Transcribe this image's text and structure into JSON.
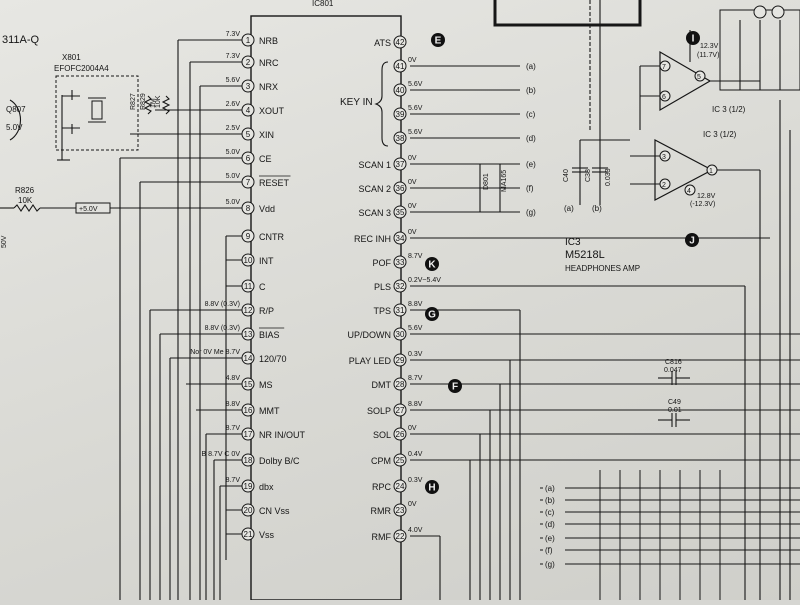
{
  "header": {
    "chip_top": "IC801",
    "left_ref": "311A-Q",
    "q_ref": "Q807",
    "q_volt": "5.0V"
  },
  "ic801": {
    "left_pins": [
      {
        "num": "1",
        "name": "NRB",
        "volt": "7.3V"
      },
      {
        "num": "2",
        "name": "NRC",
        "volt": "7.3V"
      },
      {
        "num": "3",
        "name": "NRX",
        "volt": "5.6V"
      },
      {
        "num": "4",
        "name": "XOUT",
        "volt": "2.6V"
      },
      {
        "num": "5",
        "name": "XIN",
        "volt": "2.5V"
      },
      {
        "num": "6",
        "name": "CE",
        "volt": "5.0V"
      },
      {
        "num": "7",
        "name": "RESET",
        "volt": "5.0V"
      },
      {
        "num": "8",
        "name": "Vdd",
        "volt": "5.0V"
      },
      {
        "num": "9",
        "name": "CNTR",
        "volt": ""
      },
      {
        "num": "10",
        "name": "INT",
        "volt": ""
      },
      {
        "num": "11",
        "name": "C",
        "volt": ""
      },
      {
        "num": "12",
        "name": "R/P",
        "volt": "8.8V (0.3V)"
      },
      {
        "num": "13",
        "name": "BIAS",
        "volt": "8.8V (0.3V)"
      },
      {
        "num": "14",
        "name": "120/70",
        "volt": "Nor 0V Me 8.7V"
      },
      {
        "num": "15",
        "name": "MS",
        "volt": "4.8V"
      },
      {
        "num": "16",
        "name": "MMT",
        "volt": "8.8V"
      },
      {
        "num": "17",
        "name": "NR IN/OUT",
        "volt": "8.7V"
      },
      {
        "num": "18",
        "name": "Dolby B/C",
        "volt": "B 8.7V C 0V"
      },
      {
        "num": "19",
        "name": "dbx",
        "volt": "8.7V"
      },
      {
        "num": "20",
        "name": "CN Vss",
        "volt": ""
      },
      {
        "num": "21",
        "name": "Vss",
        "volt": ""
      }
    ],
    "right_pins": [
      {
        "num": "42",
        "name": "ATS",
        "volt": ""
      },
      {
        "num": "41",
        "name": "",
        "volt": "0V"
      },
      {
        "num": "40",
        "name": "",
        "volt": "5.6V"
      },
      {
        "num": "39",
        "name": "",
        "volt": "5.6V"
      },
      {
        "num": "38",
        "name": "",
        "volt": "5.6V"
      },
      {
        "num": "37",
        "name": "SCAN 1",
        "volt": "0V"
      },
      {
        "num": "36",
        "name": "SCAN 2",
        "volt": "0V"
      },
      {
        "num": "35",
        "name": "SCAN 3",
        "volt": "0V"
      },
      {
        "num": "34",
        "name": "REC INH",
        "volt": "0V"
      },
      {
        "num": "33",
        "name": "POF",
        "volt": "8.7V"
      },
      {
        "num": "32",
        "name": "PLS",
        "volt": "0.2V~5.4V"
      },
      {
        "num": "31",
        "name": "TPS",
        "volt": "8.8V"
      },
      {
        "num": "30",
        "name": "UP/DOWN",
        "volt": "5.6V"
      },
      {
        "num": "29",
        "name": "PLAY LED",
        "volt": "0.3V"
      },
      {
        "num": "28",
        "name": "DMT",
        "volt": "8.7V"
      },
      {
        "num": "27",
        "name": "SOLP",
        "volt": "8.8V"
      },
      {
        "num": "26",
        "name": "SOL",
        "volt": "0V"
      },
      {
        "num": "25",
        "name": "CPM",
        "volt": "0.4V"
      },
      {
        "num": "24",
        "name": "RPC",
        "volt": "0.3V"
      },
      {
        "num": "23",
        "name": "RMR",
        "volt": "0V"
      },
      {
        "num": "22",
        "name": "RMF",
        "volt": "4.0V"
      }
    ],
    "key_in_label": "KEY IN"
  },
  "crystal": {
    "ref": "X801",
    "part": "EFOFC2004A4"
  },
  "resistors": {
    "r827": {
      "ref": "R827",
      "value": "1M"
    },
    "r829": {
      "ref": "R829",
      "value": "10K"
    },
    "r826": {
      "ref": "R826",
      "value": "10K"
    },
    "plus5": "+5.0V",
    "v50": "50V"
  },
  "diode": {
    "ref": "D801",
    "part": "MA165"
  },
  "caps": {
    "c40": "C40",
    "c38": {
      "ref": "C38",
      "value": "0.033"
    },
    "c816": {
      "ref": "C816",
      "value": "0.047"
    },
    "c49": {
      "ref": "C49",
      "value": "0.01"
    },
    "node_a": "(a)",
    "node_b": "(b)"
  },
  "ic3": {
    "ref": "IC3",
    "part": "M5218L",
    "desc": "HEADPHONES AMP",
    "amp1": "IC 3 (1/2)",
    "amp2": "IC 3 (1/2)",
    "top_volt": "12.3V",
    "top_volt2": "(11.7V)",
    "bot_volt": "12.8V",
    "bot_volt2": "(-12.3V)",
    "pins_a": [
      "7",
      "6",
      "5"
    ],
    "pins_b": [
      "3",
      "2",
      "1",
      "4"
    ]
  },
  "bus_letters": [
    "a",
    "b",
    "c",
    "d",
    "e",
    "f",
    "g"
  ],
  "markers": [
    "E",
    "K",
    "G",
    "F",
    "H",
    "I",
    "J"
  ]
}
